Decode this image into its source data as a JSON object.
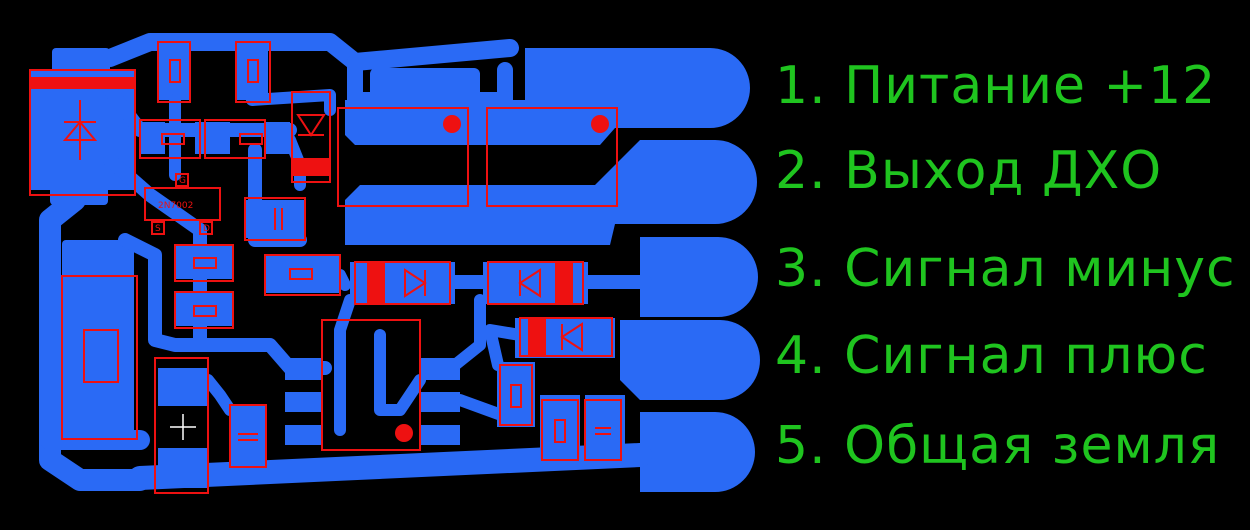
{
  "connector": {
    "pins": [
      {
        "label": "1. Питание +12"
      },
      {
        "label": "2. Выход ДХО"
      },
      {
        "label": "3. Сигнал минус"
      },
      {
        "label": "4. Сигнал плюс"
      },
      {
        "label": "5. Общая земля"
      }
    ]
  },
  "components": {
    "transistor_label": "2N7002",
    "transistor_pins": [
      "G",
      "S",
      "D"
    ]
  },
  "colors": {
    "copper": "#2a6af5",
    "silkscreen": "#ee1111",
    "label": "#1fc41f",
    "background": "#000000"
  }
}
